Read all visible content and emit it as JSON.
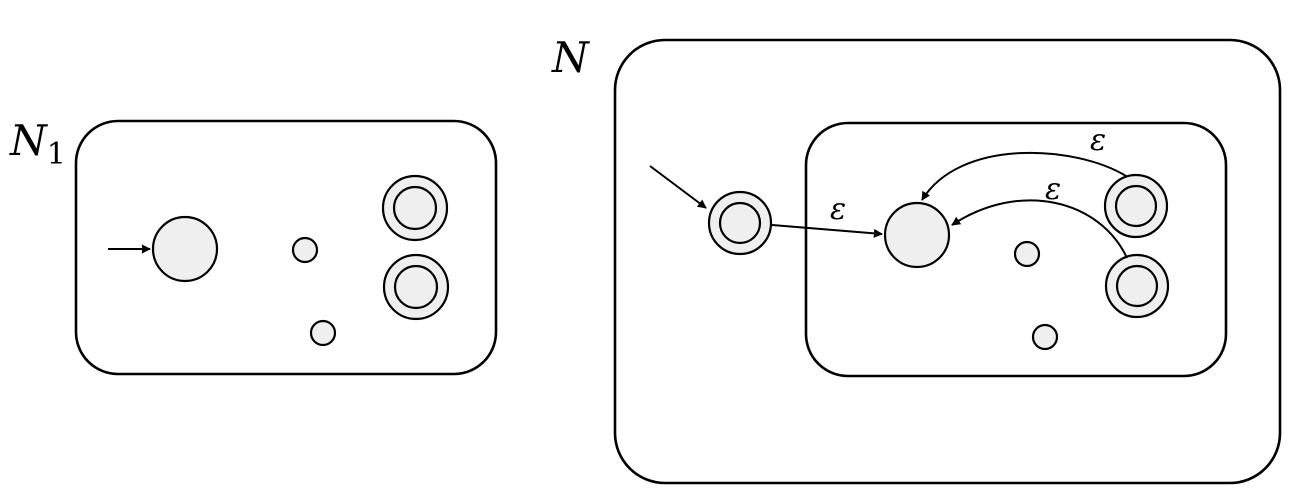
{
  "machines": {
    "n1": {
      "name": "N",
      "subscript": "1"
    },
    "n": {
      "name": "N"
    }
  },
  "edges": {
    "epsilon_start": "ε",
    "epsilon_top": "ε",
    "epsilon_middle": "ε"
  },
  "colors": {
    "state_fill": "#efefef",
    "stroke": "#000000"
  }
}
